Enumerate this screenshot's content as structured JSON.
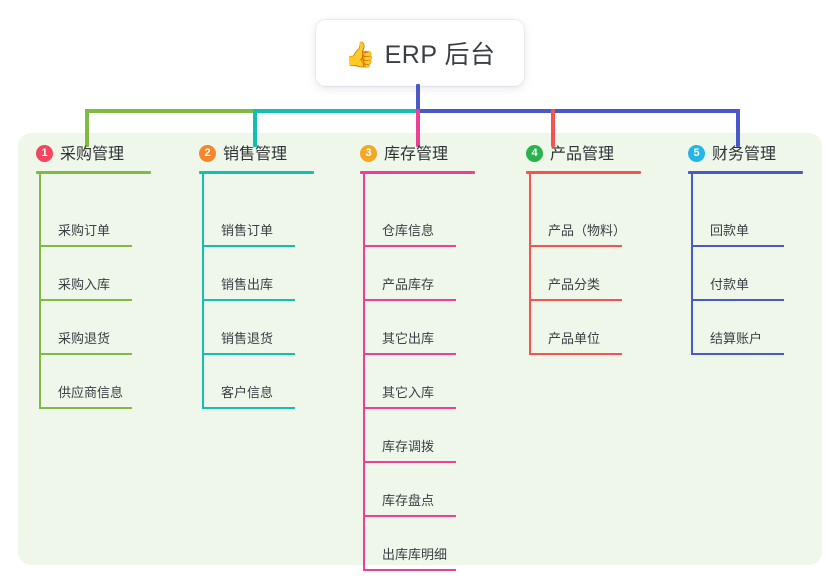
{
  "root": {
    "icon": "thumbs-up-icon",
    "emoji": "👍",
    "title": "ERP 后台"
  },
  "palette": {
    "panel_bg": "#eef7e9",
    "page_bg": "#ffffff",
    "bus_green": "#7fbb42",
    "bus_teal": "#13bfb0",
    "bus_blue": "#4a58c8",
    "trunk_blue": "#4a58c8"
  },
  "columns": [
    {
      "number": "1",
      "title": "采购管理",
      "badge_color": "#f4445e",
      "line_color": "#7fbb42",
      "items": [
        "采购订单",
        "采购入库",
        "采购退货",
        "供应商信息"
      ]
    },
    {
      "number": "2",
      "title": "销售管理",
      "badge_color": "#f5862a",
      "line_color": "#13bfb0",
      "items": [
        "销售订单",
        "销售出库",
        "销售退货",
        "客户信息"
      ]
    },
    {
      "number": "3",
      "title": "库存管理",
      "badge_color": "#f5a623",
      "line_color": "#ec3f95",
      "items": [
        "仓库信息",
        "产品库存",
        "其它出库",
        "其它入库",
        "库存调拨",
        "库存盘点",
        "出库库明细"
      ]
    },
    {
      "number": "4",
      "title": "产品管理",
      "badge_color": "#2bb24c",
      "line_color": "#f4534f",
      "items": [
        "产品（物料）",
        "产品分类",
        "产品单位"
      ]
    },
    {
      "number": "5",
      "title": "财务管理",
      "badge_color": "#25b4e8",
      "line_color": "#4a58c8",
      "items": [
        "回款单",
        "付款单",
        "结算账户"
      ]
    }
  ]
}
